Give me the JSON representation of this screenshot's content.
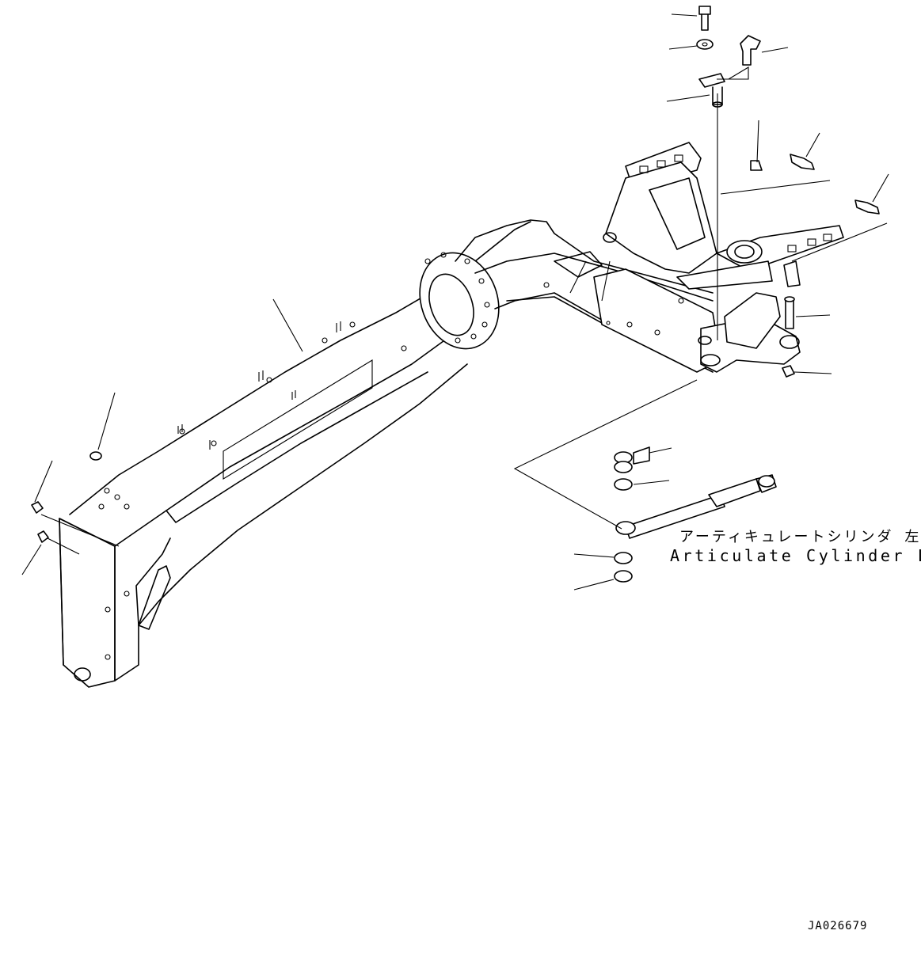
{
  "callout": {
    "label_jp": "アーティキュレートシリンダ 左",
    "label_en": "Articulate Cylinder L.H."
  },
  "drawing_id": "JA026679"
}
